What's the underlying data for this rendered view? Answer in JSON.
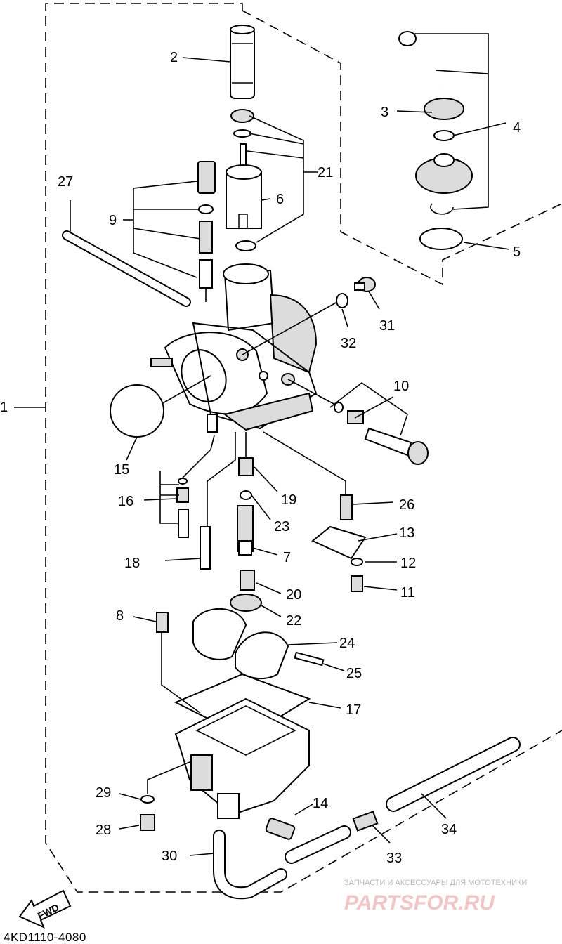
{
  "labels": {
    "l1": "1",
    "l2": "2",
    "l3": "3",
    "l4": "4",
    "l5": "5",
    "l6": "6",
    "l7": "7",
    "l8": "8",
    "l9": "9",
    "l10": "10",
    "l11": "11",
    "l12": "12",
    "l13": "13",
    "l14": "14",
    "l15": "15",
    "l16": "16",
    "l17": "17",
    "l18": "18",
    "l19": "19",
    "l20": "20",
    "l21": "21",
    "l22": "22",
    "l23": "23",
    "l24": "24",
    "l25": "25",
    "l26": "26",
    "l27": "27",
    "l28": "28",
    "l29": "29",
    "l30": "30",
    "l31": "31",
    "l32": "32",
    "l33": "33",
    "l34": "34"
  },
  "footer": {
    "fwd_label": "FWD",
    "drawing_code": "4KD1110-4080"
  },
  "watermark": {
    "tagline": "ЗАПЧАСТИ И АКСЕССУАРЫ ДЛЯ МОТОТЕХНИКИ",
    "brand": "PARTSFOR.RU"
  }
}
